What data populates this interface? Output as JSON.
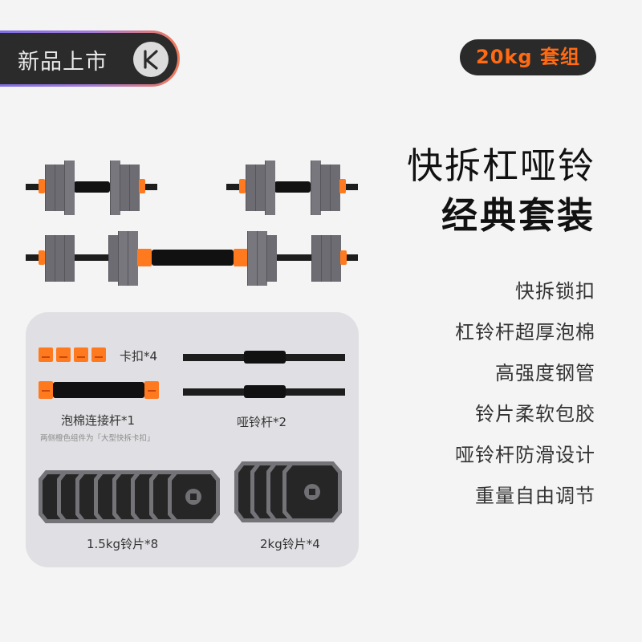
{
  "badge_left": {
    "label": "新品上市",
    "logo_icon": "keep-k-logo-icon"
  },
  "badge_right": {
    "label": "20kg 套组"
  },
  "headline": {
    "line1": "快拆杠哑铃",
    "line2": "经典套装"
  },
  "features": [
    "快拆锁扣",
    "杠铃杆超厚泡棉",
    "高强度钢管",
    "铃片柔软包胶",
    "哑铃杆防滑设计",
    "重量自由调节"
  ],
  "components": {
    "clips": {
      "label": "卡扣*4",
      "count": 4
    },
    "connector": {
      "label": "泡棉连接杆*1",
      "note": "两侧橙色组件为「大型快拆卡扣」"
    },
    "handles": {
      "label": "哑铃杆*2",
      "count": 2
    },
    "plates_small": {
      "label": "1.5kg铃片*8",
      "count": 8
    },
    "plates_large": {
      "label": "2kg铃片*4",
      "count": 4
    }
  },
  "colors": {
    "accent_orange": "#ff6a13",
    "badge_dark": "#2b2b2b",
    "panel_bg": "#e0e0e4",
    "page_bg": "#f4f4f4"
  }
}
